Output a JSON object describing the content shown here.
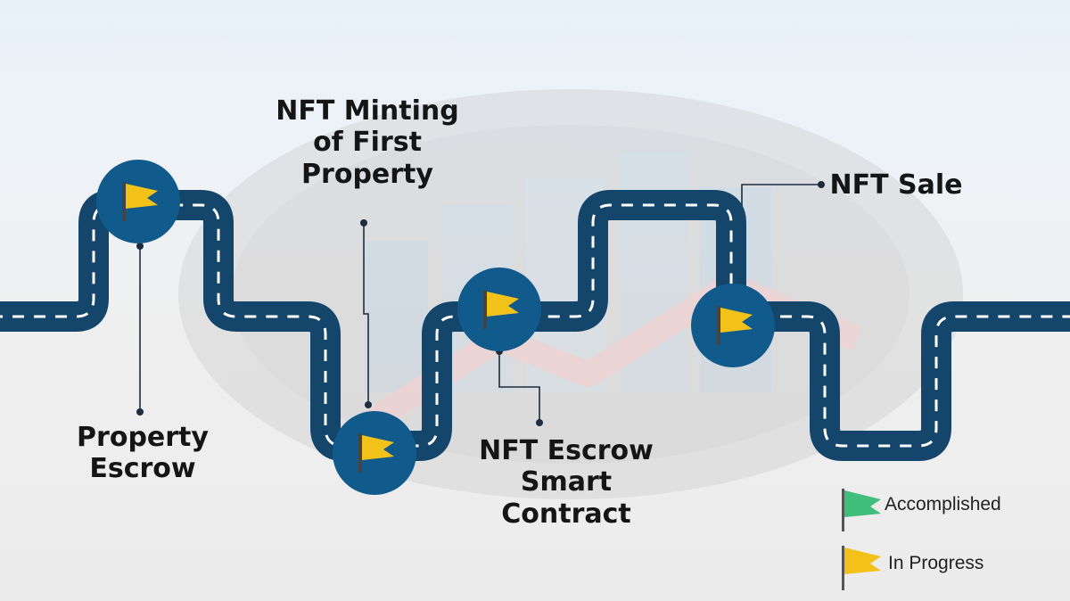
{
  "milestones": {
    "property_escrow": "Property\nEscrow",
    "nft_minting": "NFT Minting\nof First\nProperty",
    "nft_escrow_contract": "NFT Escrow\nSmart\nContract",
    "nft_sale": "NFT Sale"
  },
  "legend": {
    "accomplished": "Accomplished",
    "in_progress": "In Progress"
  },
  "colors": {
    "road": "#14466b",
    "road_dash": "#ffffff",
    "marker": "#115a8c",
    "flag_in_progress": "#f2c21a",
    "flag_accomplished": "#3fbf7a",
    "pole": "#555555",
    "connector": "#1b2d3f"
  },
  "icons": {
    "milestone_marker": "flag-icon",
    "legend_accomplished": "green-flag-icon",
    "legend_in_progress": "yellow-flag-icon"
  }
}
